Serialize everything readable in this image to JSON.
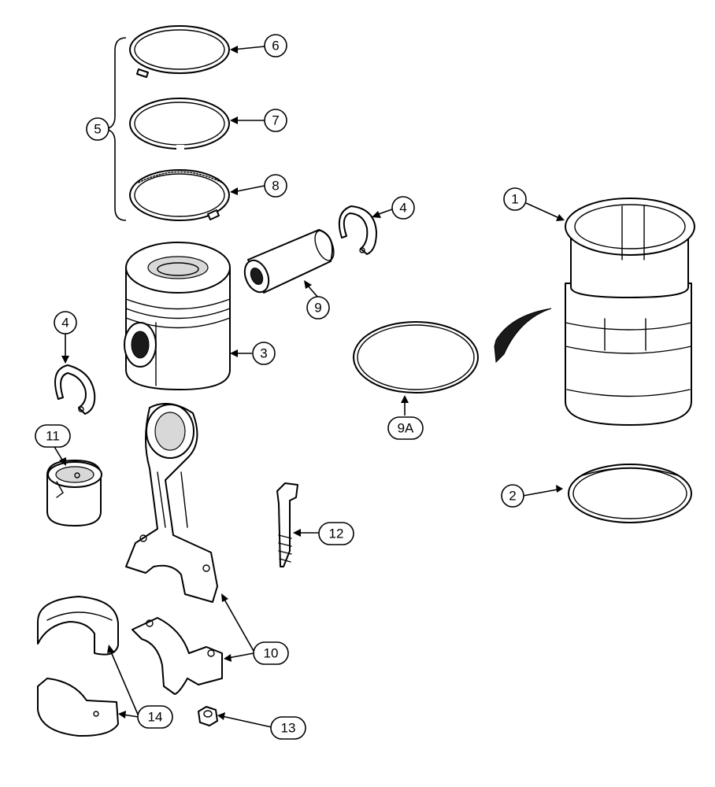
{
  "callouts": {
    "c1": "1",
    "c2": "2",
    "c3": "3",
    "c4a": "4",
    "c4b": "4",
    "c5": "5",
    "c6": "6",
    "c7": "7",
    "c8": "8",
    "c9": "9",
    "c9a": "9A",
    "c10": "10",
    "c11": "11",
    "c12": "12",
    "c13": "13",
    "c14": "14"
  }
}
